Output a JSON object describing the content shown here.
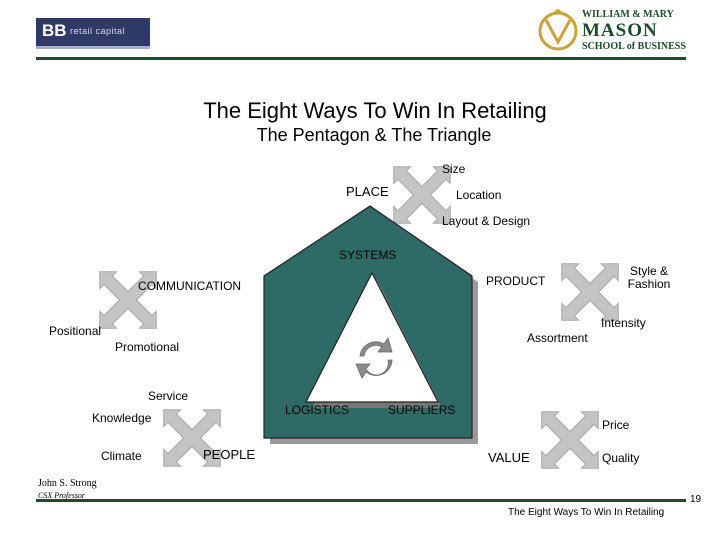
{
  "header": {
    "bb_logo_mark": "BB",
    "bb_logo_text": "retail capital",
    "school_line1": "WILLIAM & MARY",
    "school_line2": "MASON",
    "school_line3": "SCHOOL of BUSINESS"
  },
  "title": "The Eight Ways To Win In Retailing",
  "subtitle": "The Pentagon & The Triangle",
  "diagram": {
    "pentagon_labels": {
      "top": "SYSTEMS",
      "left": "COMMUNICATION",
      "right": "PRODUCT",
      "bottom_left": "LOGISTICS",
      "bottom_right": "SUPPLIERS"
    },
    "place_group": {
      "title": "PLACE",
      "size": "Size",
      "location": "Location",
      "layout": "Layout & Design"
    },
    "product_group": {
      "style": "Style & Fashion",
      "intensity": "Intensity",
      "assortment": "Assortment"
    },
    "communication_group": {
      "positional": "Positional",
      "promotional": "Promotional"
    },
    "people_group": {
      "title": "PEOPLE",
      "service": "Service",
      "knowledge": "Knowledge",
      "climate": "Climate"
    },
    "value_group": {
      "title": "VALUE",
      "price": "Price",
      "quality": "Quality"
    }
  },
  "footer": {
    "author": "John S. Strong",
    "role": "CSX Professor",
    "page_number": "19",
    "title": "The Eight Ways To Win In Retailing"
  },
  "colors": {
    "pentagon_fill": "#2e6b66",
    "arrow_fill": "#c4c4c4",
    "brand_green": "#1e4a2e",
    "logo_navy": "#2f3b66"
  }
}
